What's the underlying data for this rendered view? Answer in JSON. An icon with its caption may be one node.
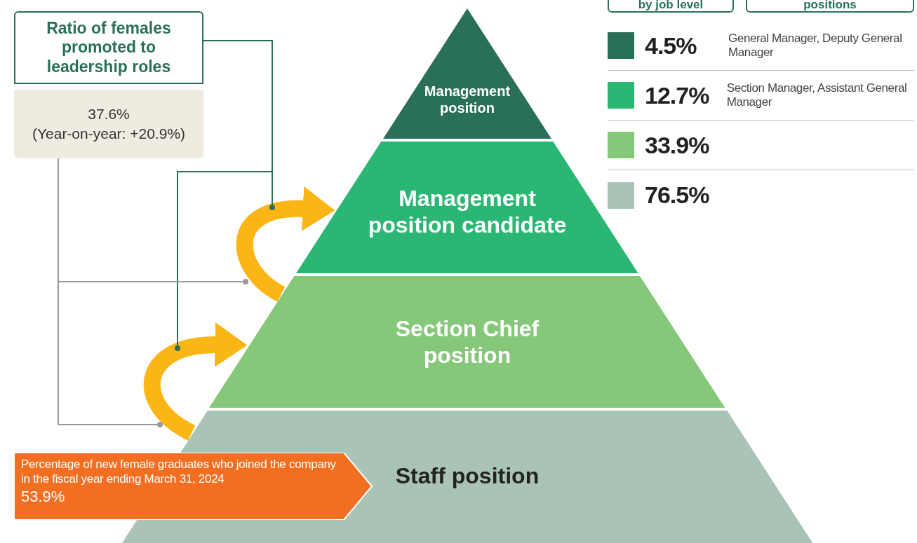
{
  "diagram": {
    "nodes": [
      {
        "text": [
          "Ratio of females promoted to leadership roles"
        ]
      },
      {
        "text": [
          "37.6%",
          "(Year-on-year: +20.9%)"
        ]
      },
      {
        "text": [
          "Management position"
        ]
      },
      {
        "text": [
          "Management position candidate"
        ]
      },
      {
        "text": [
          "Section Chief position"
        ]
      },
      {
        "text": [
          "Staff position"
        ]
      },
      {
        "text": [
          "Percentage of new female graduates who joined the company in the fiscal year ending March 31, 2024",
          "53.9%"
        ]
      },
      {
        "text": [
          "by job level"
        ]
      },
      {
        "text": [
          "positions"
        ]
      }
    ],
    "edges": [
      {
        "from": 4,
        "to": 3,
        "arrow": "to",
        "style": "thick",
        "color": "#fbb616"
      },
      {
        "from": 5,
        "to": 4,
        "arrow": "to",
        "style": "thick",
        "color": "#fbb616"
      },
      {
        "from": 0,
        "to": null,
        "arrow": "other",
        "color": "#2a7058"
      },
      {
        "from": 0,
        "to": null,
        "arrow": "other",
        "color": "#2a7058"
      },
      {
        "from": 1,
        "to": null,
        "arrow": "other",
        "color": "#9a9a9a"
      },
      {
        "from": 1,
        "to": null,
        "arrow": "other",
        "color": "#9a9a9a"
      }
    ],
    "labels": [
      "General Manager, Deputy General Manager",
      "Section Manager, Assistant General Manager"
    ],
    "legend": [
      {
        "text": "4.5%",
        "color": "#2a7058"
      },
      {
        "text": "12.7%",
        "color": "#2bb673"
      },
      {
        "text": "33.9%",
        "color": "#86c879"
      },
      {
        "text": "76.5%",
        "color": "#a9c4b5"
      }
    ]
  }
}
